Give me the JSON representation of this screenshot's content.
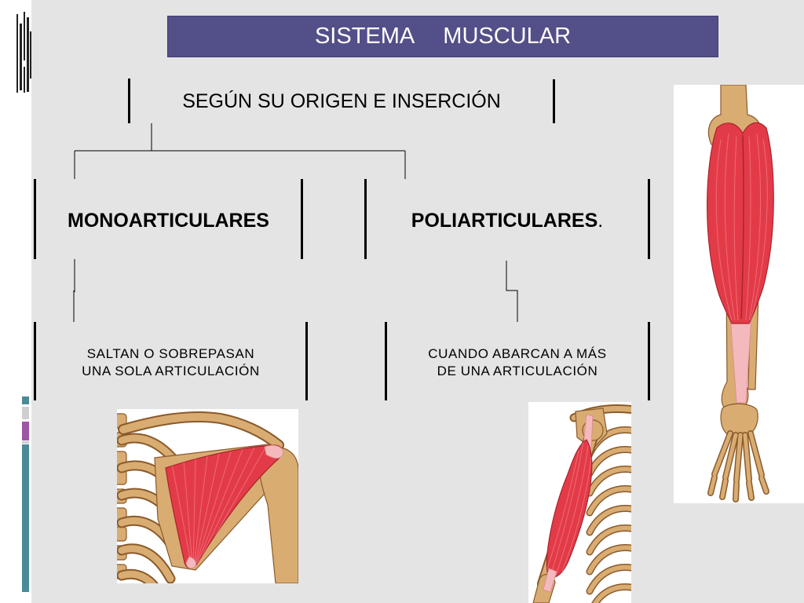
{
  "slide": {
    "title": {
      "left": "SISTEMA",
      "right": "MUSCULAR"
    },
    "root_label": "SEGÚN SU ORIGEN E INSERCIÓN",
    "categories": [
      {
        "label": "MONOARTICULARES",
        "description": [
          "SALTAN O SOBREPASAN",
          "UNA SOLA ARTICULACIÓN"
        ]
      },
      {
        "label": "POLIARTICULARES",
        "suffix": ".",
        "description": [
          "CUANDO ABARCAN A MÁS",
          "DE UNA ARTICULACIÓN"
        ]
      }
    ]
  },
  "colors": {
    "background": "#e4e4e4",
    "title_bar": "#534f88",
    "title_text": "#ffffff",
    "muscle": "#e23b47",
    "tendon": "#f4b9bd",
    "bone": "#d9ac72",
    "accent_teal": "#4b8b97",
    "accent_purple": "#9d57a3"
  }
}
